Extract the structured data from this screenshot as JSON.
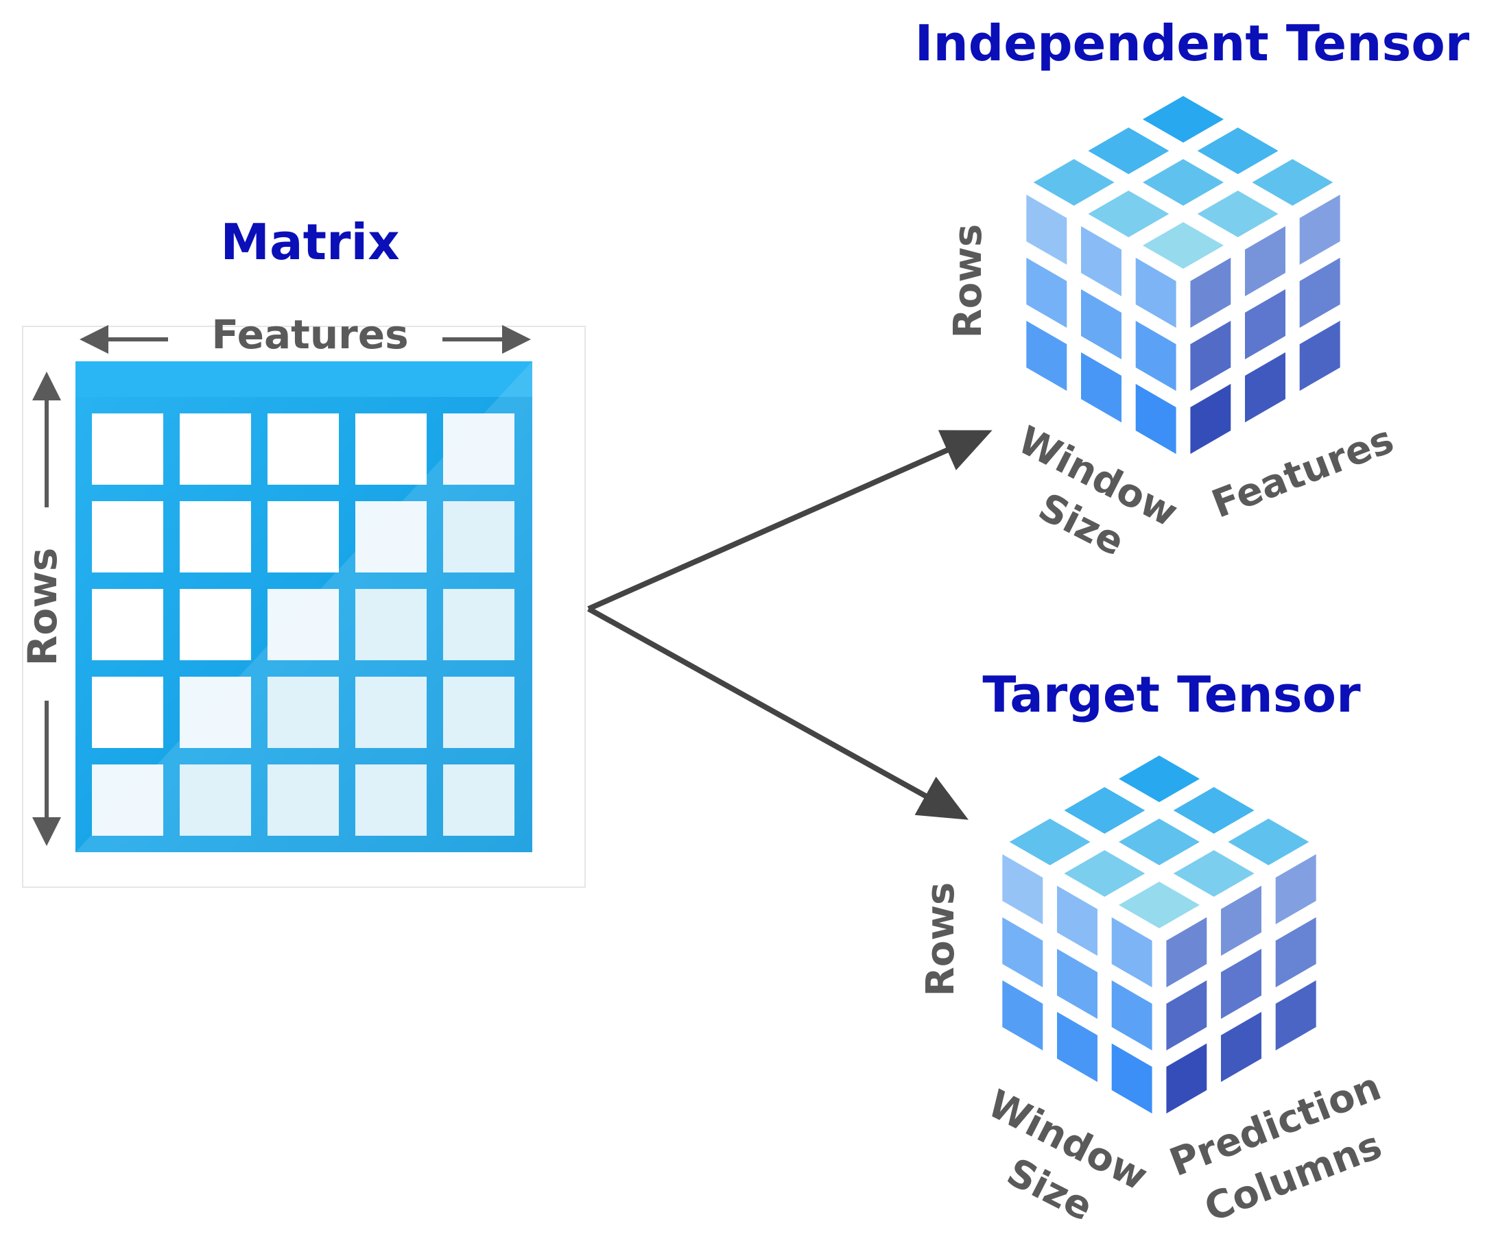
{
  "matrix": {
    "title": "Matrix",
    "columns_label": "Features",
    "rows_label": "Rows"
  },
  "independent_tensor": {
    "title": "Independent Tensor",
    "rows_label": "Rows",
    "window_label": [
      "Window",
      "Size"
    ],
    "features_label": "Features"
  },
  "target_tensor": {
    "title": "Target Tensor",
    "rows_label": "Rows",
    "window_label": [
      "Window",
      "Size"
    ],
    "prediction_label": [
      "Prediction",
      "Columns"
    ]
  },
  "colors": {
    "title": "#0a0fb8",
    "label": "#5a5a5a",
    "arrow": "#444444",
    "matrix_frame": "#29b2f0",
    "matrix_frame_dark": "#0a9ae0",
    "matrix_cell_light": "#ffffff",
    "matrix_cell_tint": "#dff1fb",
    "cube_top": "#2aa8ee",
    "cube_left": "#3a90f2",
    "cube_right": "#2f55c8"
  }
}
